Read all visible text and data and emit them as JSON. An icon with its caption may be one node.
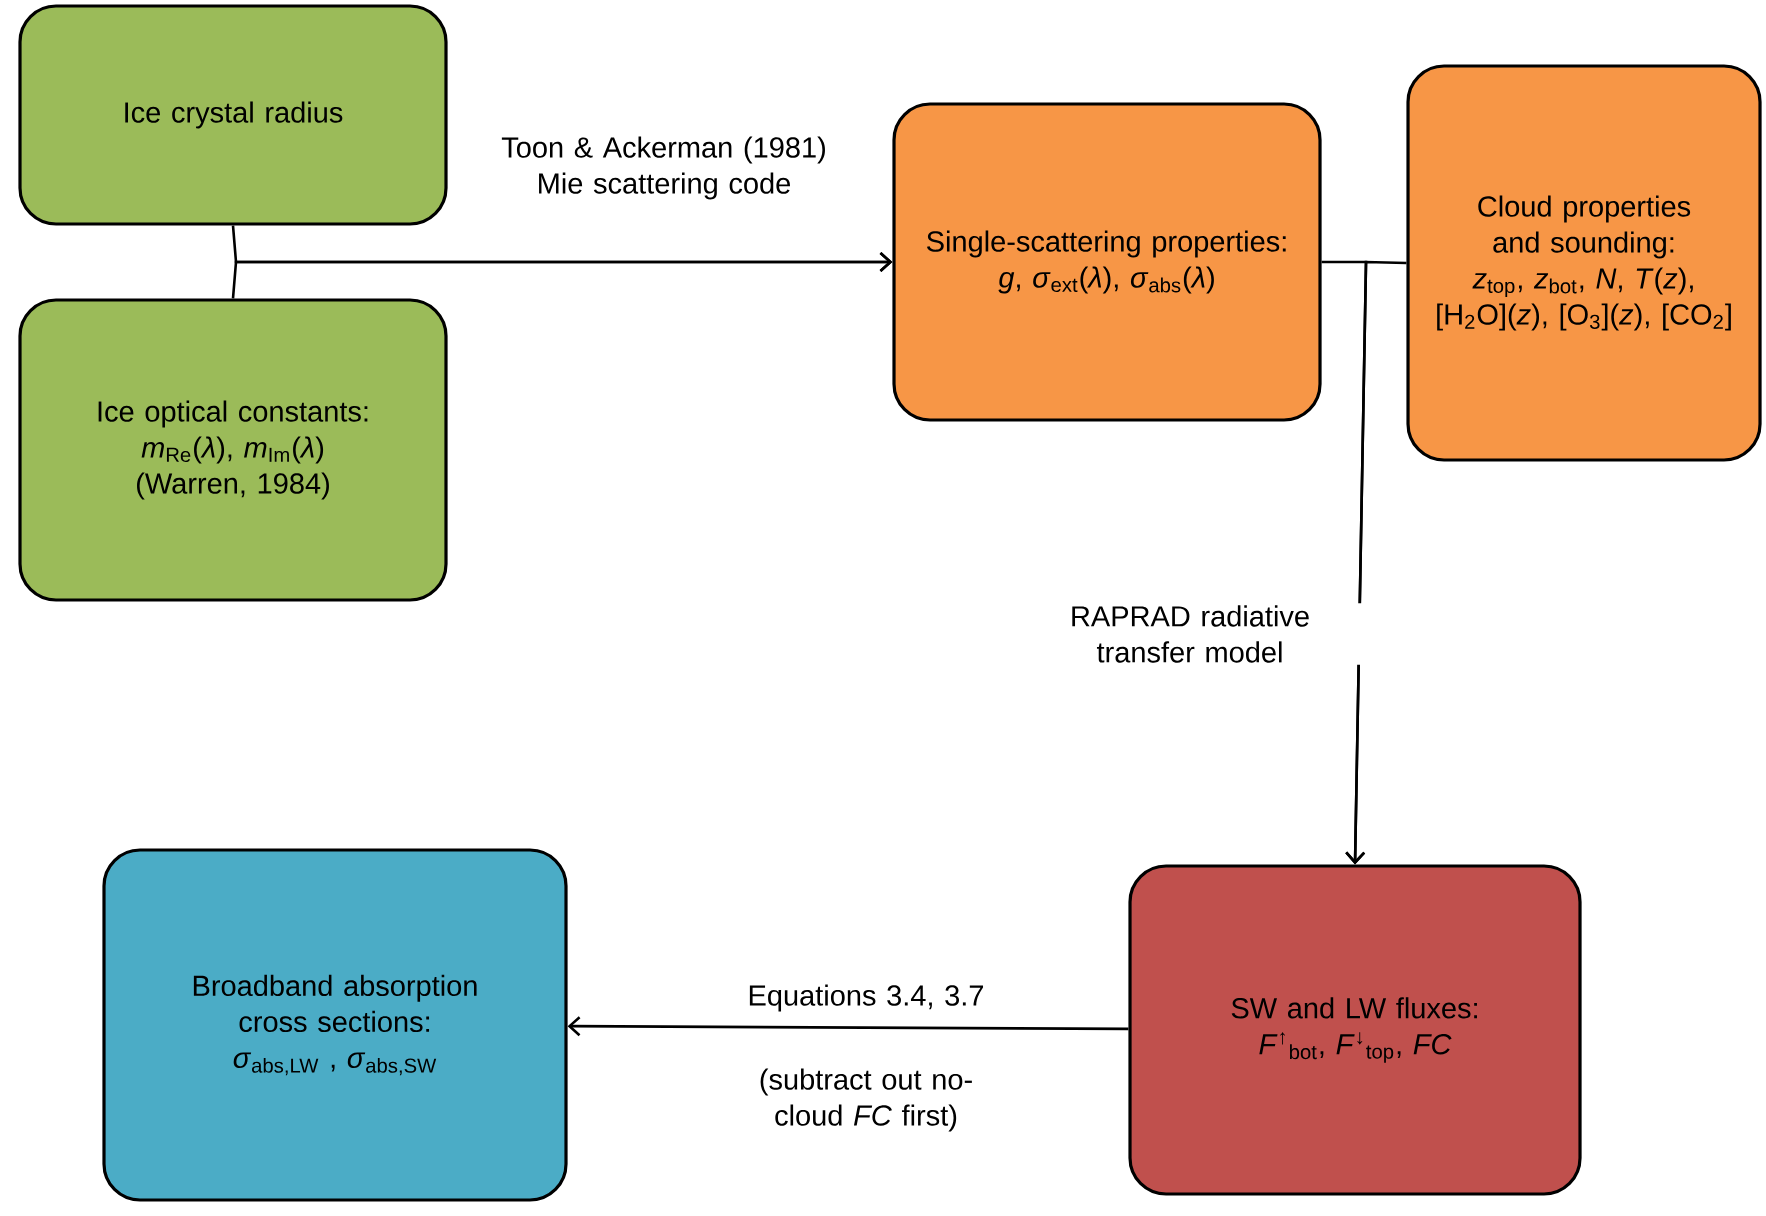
{
  "diagram": {
    "nodes": [
      {
        "text": [
          "Ice crystal radius"
        ]
      },
      {
        "text": [
          "Ice optical constants: *m*$_{Re}$(*λ*), *m*$_{Im}$(*λ*) (Warren, 1984)"
        ]
      },
      {
        "text": [
          "Single-scattering properties: *g*, *σ*$_{ext}$(*λ*), *σ*$_{abs}$(*λ*)"
        ]
      },
      {
        "text": [
          "Cloud properties and sounding: *z*$_{top}$, *z*$_{bot}$, *N*, *T*(*z*), [H$_{2}$O](*z*), [O$_{3}$](*z*), [CO$_{2}$]"
        ]
      },
      {
        "text": [
          "SW and LW fluxes: *F*$^{↑}$$_{bot}$, *F*$^{↓}$$_{top}$, *FC*"
        ]
      },
      {
        "text": [
          "Broadband absorption cross sections: *σ*$_{abs,LW}$ , *σ*$_{abs,SW}$"
        ]
      }
    ],
    "edges": [
      {
        "from": 0,
        "to": 2,
        "arrow": "to",
        "label": "Toon & Ackerman (1981) Mie scattering code"
      },
      {
        "from": 1,
        "to": 2,
        "arrow": "to"
      },
      {
        "from": 2,
        "to": 4,
        "arrow": "to",
        "label": "RAPRAD radiative transfer model"
      },
      {
        "from": 3,
        "to": 4,
        "arrow": "to"
      },
      {
        "from": 4,
        "to": 5,
        "arrow": "to",
        "label": "Equations 3.4, 3.7"
      }
    ],
    "labels": [
      "(subtract out no-cloud *FC* first)"
    ]
  }
}
